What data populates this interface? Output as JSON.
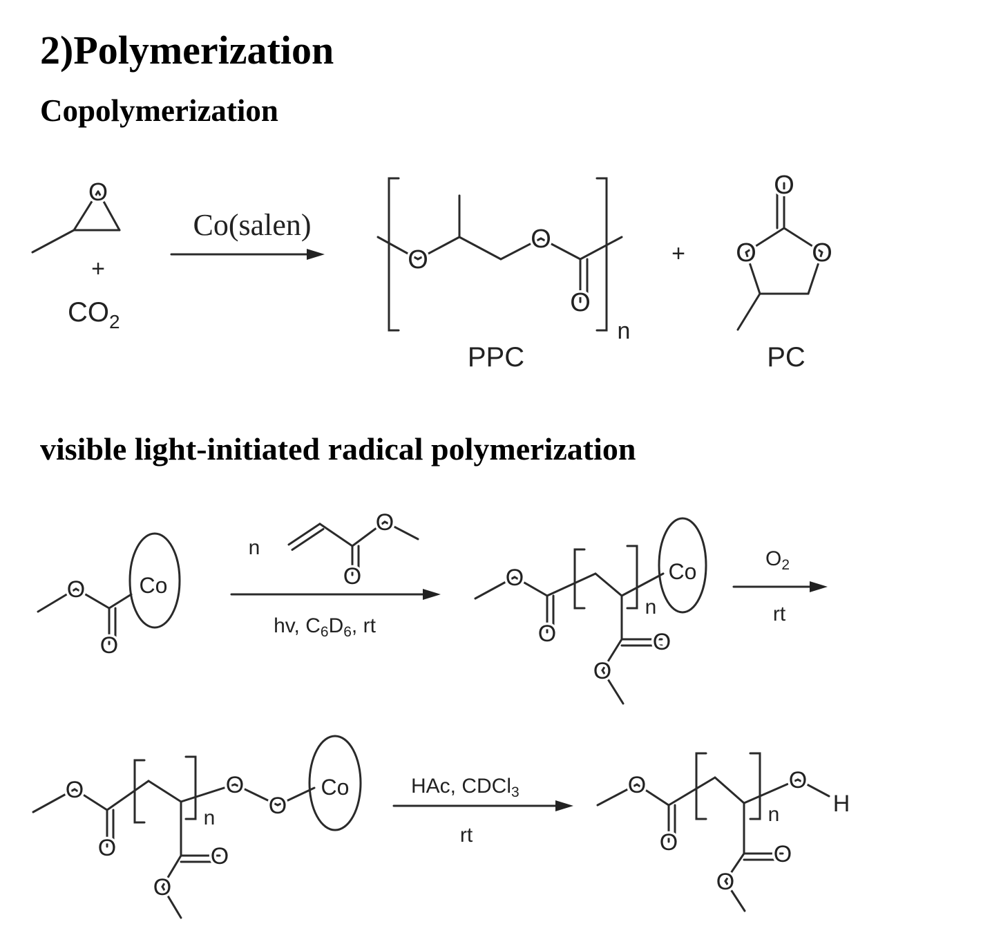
{
  "section_title": "2)Polymerization",
  "copolymerization": {
    "heading": "Copolymerization",
    "reactant_plus": "+",
    "co2": {
      "main": "CO",
      "sub": "2"
    },
    "catalyst": "Co(salen)",
    "product_plus": "+",
    "product1_label": "PPC",
    "product2_label": "PC"
  },
  "radical": {
    "heading": "visible light-initiated radical polymerization",
    "step1_conditions": {
      "hv": "hv, C",
      "sub1": "6",
      "d": "D",
      "sub2": "6",
      "rest": ", rt"
    },
    "step2_reagent": {
      "main": "O",
      "sub": "2"
    },
    "step2_conditions": "rt",
    "step3_reagent": {
      "main": "HAc, CDCl",
      "sub": "3"
    },
    "step3_conditions": "rt"
  },
  "atoms": {
    "O": "O",
    "Co": "Co",
    "H": "H",
    "n": "n"
  },
  "colors": {
    "ink": "#222222",
    "background": "#ffffff"
  }
}
